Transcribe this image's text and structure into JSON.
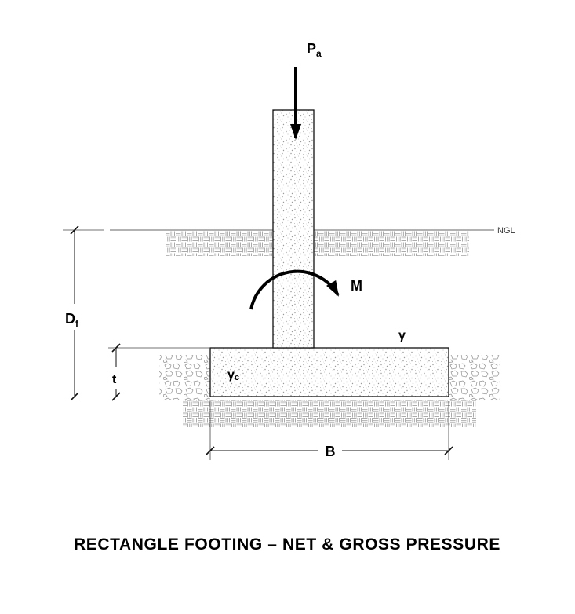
{
  "title": "RECTANGLE FOOTING – NET & GROSS PRESSURE",
  "labels": {
    "load": "P",
    "load_sub": "a",
    "moment": "M",
    "ngl": "NGL",
    "depth": "D",
    "depth_sub": "f",
    "thickness": "t",
    "soil_unit_weight": "γ",
    "concrete_unit_weight": "γ",
    "concrete_unit_weight_sub": "c",
    "width": "B"
  },
  "colors": {
    "ink": "#000000",
    "texture_gray": "#8f8f8f",
    "background": "#ffffff"
  }
}
